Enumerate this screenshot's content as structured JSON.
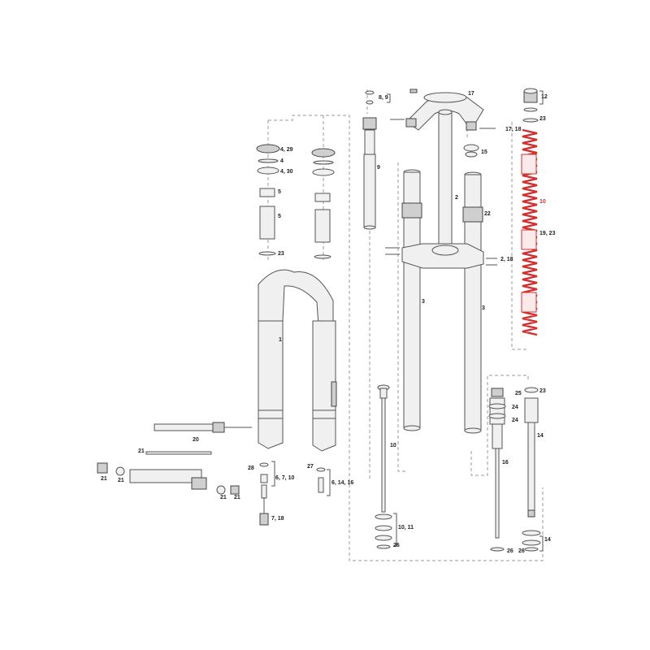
{
  "colors": {
    "line": "#555555",
    "label": "#222222",
    "highlight": "#d42d2d",
    "dash": "#999999"
  },
  "labels": {
    "l_8_9": "8, 9",
    "l_17": "17",
    "l_12": "12",
    "l_23_top": "23",
    "l_17_18": "17, 18",
    "l_4_29": "4, 29",
    "l_4": "4",
    "l_4_30": "4, 30",
    "l_15": "15",
    "l_9": "9",
    "l_5a": "5",
    "l_5b": "5",
    "l_2": "2",
    "l_10_red": "10",
    "l_22": "22",
    "l_19_23": "19, 23",
    "l_23_mid": "23",
    "l_2_18": "2, 18",
    "l_3a": "3",
    "l_3b": "3",
    "l_1": "1",
    "l_23_lower": "23",
    "l_25": "25",
    "l_24a": "24",
    "l_24b": "24",
    "l_20": "20",
    "l_10_shaft": "10",
    "l_14a": "14",
    "l_21_rod": "21",
    "l_28": "28",
    "l_6_7_10": "6, 7, 10",
    "l_27": "27",
    "l_6_14_16": "6, 14, 16",
    "l_16": "16",
    "l_21_a": "21",
    "l_21_b": "21",
    "l_21_c": "21",
    "l_21_d": "21",
    "l_7_18": "7, 18",
    "l_10_11": "10, 11",
    "l_14b": "14",
    "l_26a": "26",
    "l_26b": "26",
    "l_26c": "26"
  }
}
